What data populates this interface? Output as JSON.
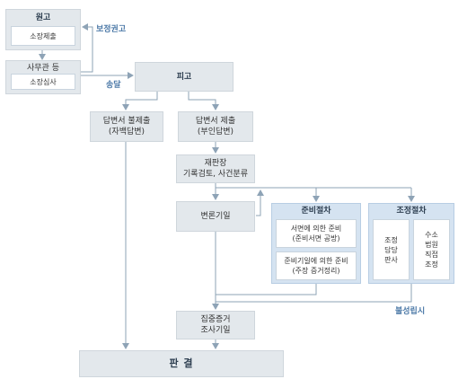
{
  "plaintiff": {
    "title": "원고",
    "step": "소장제출"
  },
  "office": {
    "title": "사무관 등",
    "step": "소장심사"
  },
  "defendant": {
    "title": "피고"
  },
  "no_answer": {
    "line1": "답변서 불제출",
    "line2": "(자백답변)"
  },
  "answer": {
    "line1": "답변서 제출",
    "line2": "(부인답변)"
  },
  "presiding": {
    "line1": "재판장",
    "line2": "기록검토, 사건분류"
  },
  "hearing_date": {
    "label": "변론기일"
  },
  "preparation": {
    "title": "준비절차",
    "written": {
      "line1": "서면에 의한 준비",
      "line2": "(준비서면 공방)"
    },
    "date": {
      "line1": "준비기일에 의한 준비",
      "line2": "(주장 증거정리)"
    }
  },
  "mediation": {
    "title": "조정절차",
    "col1": [
      "조정",
      "담당",
      "판사"
    ],
    "col2": [
      "수소",
      "법원",
      "직접",
      "조정"
    ]
  },
  "evidence": {
    "line1": "집중증거",
    "line2": "조사기일"
  },
  "judgment": {
    "label": "판 결"
  },
  "labels": {
    "correction": "보정권고",
    "delivery": "송달",
    "failure": "불성립시"
  },
  "colors": {
    "box": "#e3e8ec",
    "blue_box": "#d5e3f1",
    "arrow": "#8ea3b6",
    "label": "#4d7aa8"
  }
}
